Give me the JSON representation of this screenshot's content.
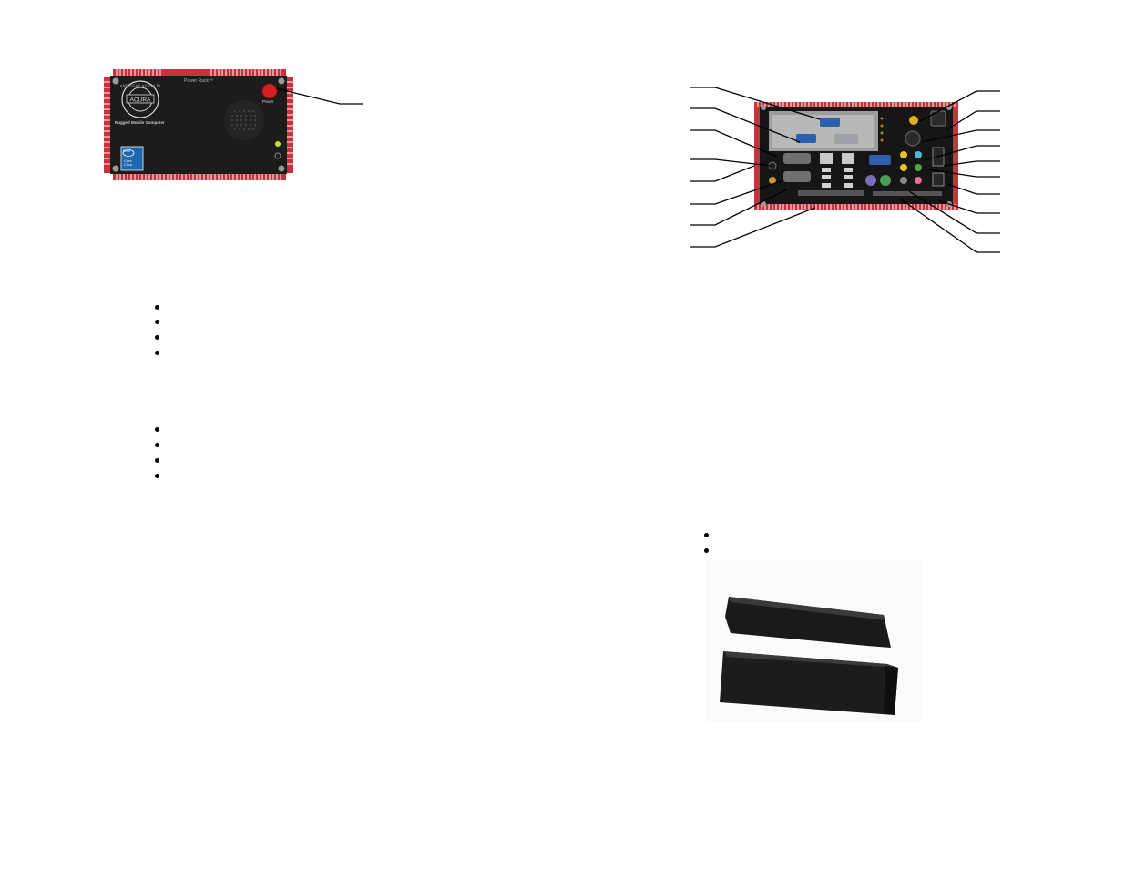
{
  "front_panel": {
    "brand_seal": "AMERICAN ACURA SYSTEMS",
    "brand_center": "ACURA",
    "product_line": "Power Rack™",
    "model": "Rugged Mobile Computer",
    "power_label": "Power",
    "cpu_badge": {
      "vendor": "intel",
      "line": "Core",
      "sub": "2 Duo"
    }
  },
  "left_bullets": {
    "group1_count": 4,
    "group2_count": 4
  },
  "right_bullets": {
    "count": 2
  },
  "colors": {
    "chassis": "#1c1c1c",
    "fins": "#c8323c",
    "power_button": "#d81f26",
    "led_green": "#c8e030",
    "intel_blue": "#1b67b1"
  }
}
